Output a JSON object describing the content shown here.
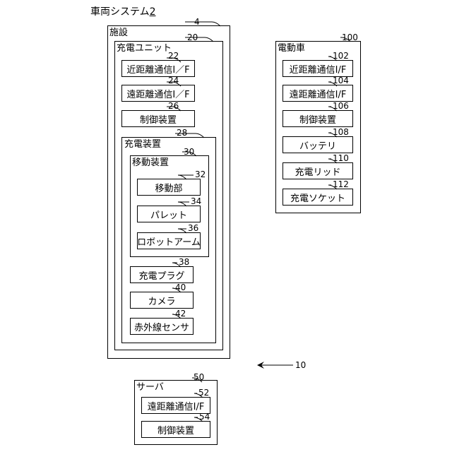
{
  "diagram": {
    "system_title": "車両システム",
    "system_ref": "2",
    "ref_10": "10",
    "facility": {
      "label": "施設",
      "ref": "4",
      "unit": {
        "label": "充電ユニット",
        "ref": "20",
        "short_comm": {
          "label": "近距離通信I／F",
          "ref": "22"
        },
        "long_comm": {
          "label": "遠距離通信I／F",
          "ref": "24"
        },
        "controller": {
          "label": "制御装置",
          "ref": "26"
        },
        "charger": {
          "label": "充電装置",
          "ref": "28",
          "mover": {
            "label": "移動装置",
            "ref": "30",
            "moving_part": {
              "label": "移動部",
              "ref": "32"
            },
            "pallet": {
              "label": "パレット",
              "ref": "34"
            },
            "robot_arm": {
              "label": "ロボットアーム",
              "ref": "36"
            }
          },
          "plug": {
            "label": "充電プラグ",
            "ref": "38"
          },
          "camera": {
            "label": "カメラ",
            "ref": "40"
          },
          "ir_sensor": {
            "label": "赤外線センサ",
            "ref": "42"
          }
        }
      }
    },
    "ev": {
      "label": "電動車",
      "ref": "100",
      "short_comm": {
        "label": "近距離通信I/F",
        "ref": "102"
      },
      "long_comm": {
        "label": "遠距離通信I/F",
        "ref": "104"
      },
      "controller": {
        "label": "制御装置",
        "ref": "106"
      },
      "battery": {
        "label": "バッテリ",
        "ref": "108"
      },
      "lid": {
        "label": "充電リッド",
        "ref": "110"
      },
      "socket": {
        "label": "充電ソケット",
        "ref": "112"
      }
    },
    "server": {
      "label": "サーバ",
      "ref": "50",
      "long_comm": {
        "label": "遠距離通信I/F",
        "ref": "52"
      },
      "controller": {
        "label": "制御装置",
        "ref": "54"
      }
    }
  }
}
